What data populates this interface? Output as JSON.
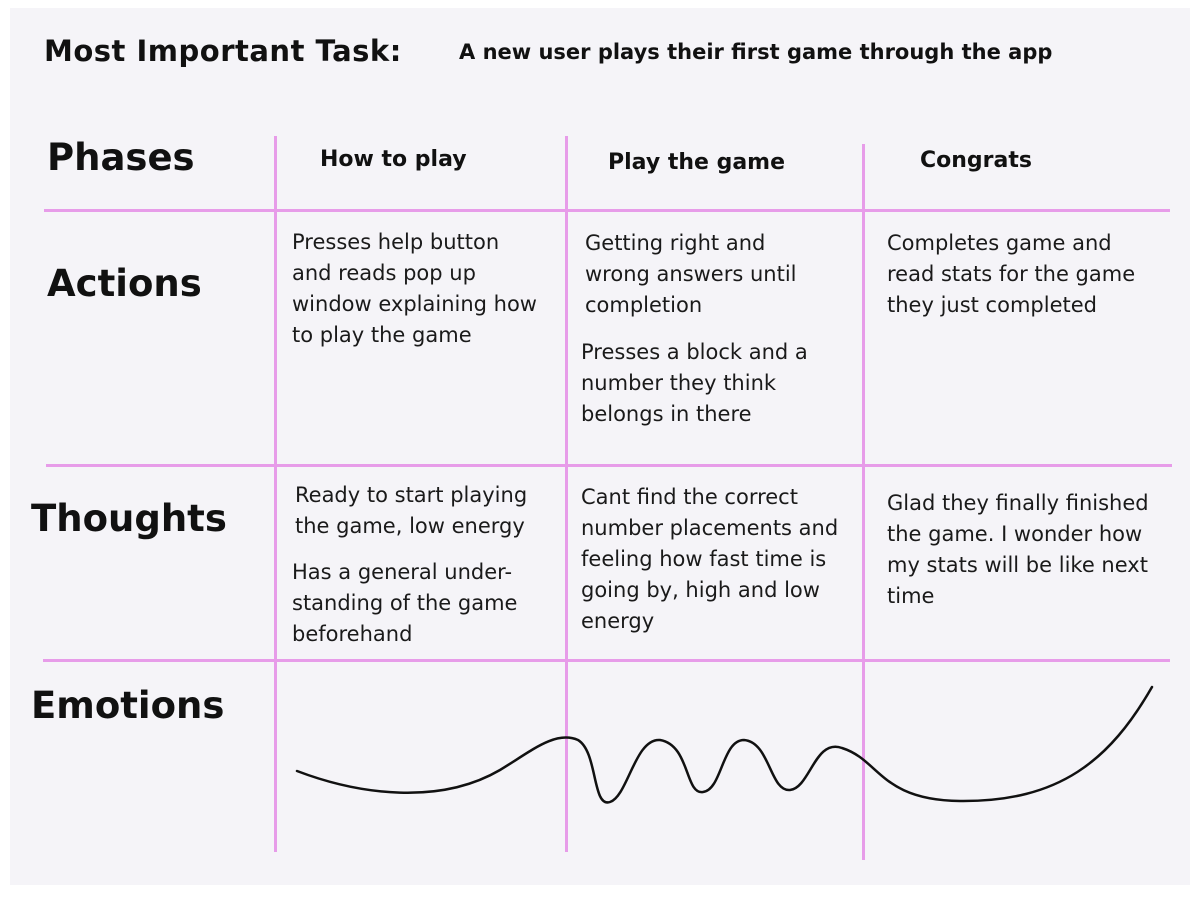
{
  "title": {
    "label": "Most Important Task:",
    "task": "A new user plays their first game through the app"
  },
  "rows": {
    "phases": "Phases",
    "actions": "Actions",
    "thoughts": "Thoughts",
    "emotions": "Emotions"
  },
  "phases": [
    "How to play",
    "Play the game",
    "Congrats"
  ],
  "actions": {
    "how_to_play": [
      "Presses help button and reads pop up window explaining how to play the game"
    ],
    "play_the_game": [
      "Getting right and wrong answers until completion",
      "Presses a block and a number they think belongs in there"
    ],
    "congrats": [
      "Completes game and read stats for the game they just completed"
    ]
  },
  "thoughts": {
    "how_to_play": [
      "Ready to start playing the game,  low energy",
      "Has a general under-standing of the game beforehand"
    ],
    "play_the_game": [
      "Cant find the correct number placements and feeling how fast time is going by, high and low energy"
    ],
    "congrats": [
      "Glad they finally finished the game. I wonder how my stats will be like next time"
    ]
  },
  "emotion_curve": {
    "how_to_play": "low",
    "play_the_game": "high and low",
    "congrats": "rising"
  },
  "colors": {
    "grid_lines": "#e79ce9",
    "background": "#f5f4f8",
    "curve": "#111111"
  }
}
